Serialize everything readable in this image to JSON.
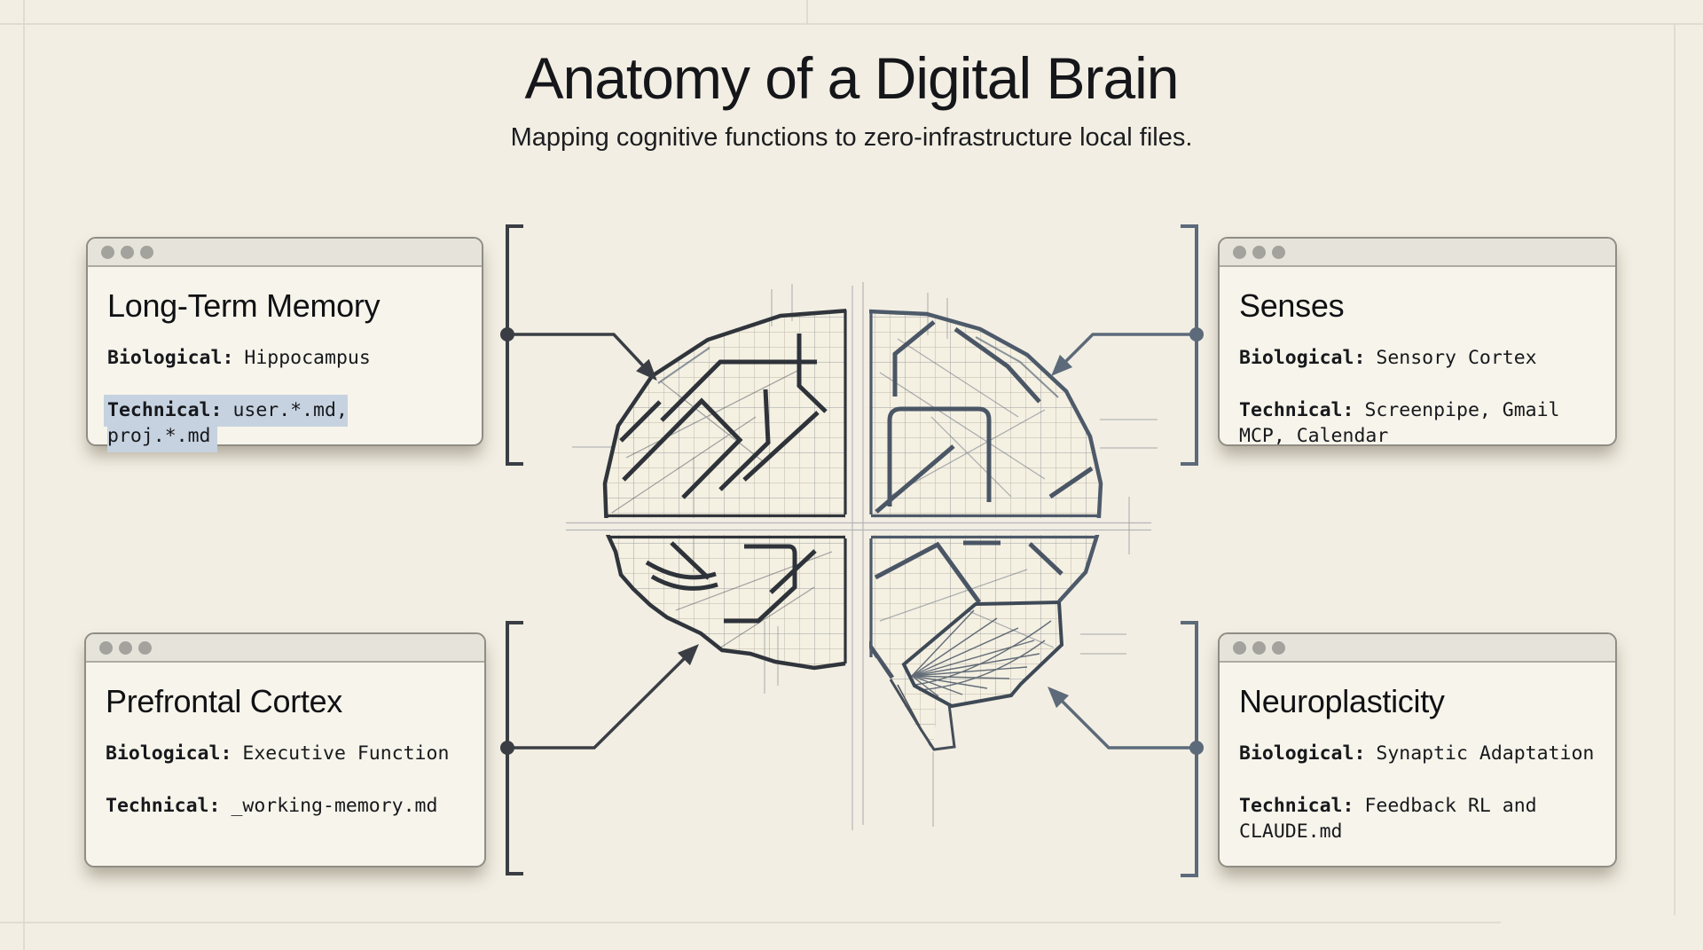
{
  "header": {
    "title": "Anatomy of a Digital Brain",
    "subtitle": "Mapping cognitive functions to zero-infrastructure local files."
  },
  "cards": {
    "long_term_memory": {
      "title": "Long-Term Memory",
      "biological_label": "Biological:",
      "biological_value": "Hippocampus",
      "technical_label": "Technical:",
      "technical_value": "user.*.md, proj.*.md",
      "technical_highlighted": true,
      "window_dots": 3
    },
    "senses": {
      "title": "Senses",
      "biological_label": "Biological:",
      "biological_value": "Sensory Cortex",
      "technical_label": "Technical:",
      "technical_value": "Screenpipe, Gmail MCP, Calendar",
      "technical_highlighted": false,
      "window_dots": 3
    },
    "prefrontal_cortex": {
      "title": "Prefrontal Cortex",
      "biological_label": "Biological:",
      "biological_value": "Executive Function",
      "technical_label": "Technical:",
      "technical_value": "_working-memory.md",
      "technical_highlighted": false,
      "window_dots": 3
    },
    "neuroplasticity": {
      "title": "Neuroplasticity",
      "biological_label": "Biological:",
      "biological_value": "Synaptic Adaptation",
      "technical_label": "Technical:",
      "technical_value": "Feedback RL and CLAUDE.md",
      "technical_highlighted": false,
      "window_dots": 3
    }
  },
  "illustration": {
    "type": "blueprint-brain",
    "description": "Wireframe brain split into four quadrants by crosshair gaps, grid fill, maze-like gyri strokes, hatched cerebellum, brain stem, faint construction lines",
    "connectors": [
      "top-left",
      "top-right",
      "bottom-left",
      "bottom-right"
    ]
  },
  "colors": {
    "background": "#f2eee3",
    "card_background": "#f7f4eb",
    "titlebar": "#e6e3da",
    "window_dot": "#a3a29c",
    "text": "#17191c",
    "highlight": "#c6d2e0",
    "connector_left": "#3a3e44",
    "connector_right": "#5c6a7a",
    "brain_dark": "#2e333a",
    "brain_slate": "#4d5a6a",
    "grid_line": "#a79f8d",
    "registration_line": "#d9d5c7"
  }
}
